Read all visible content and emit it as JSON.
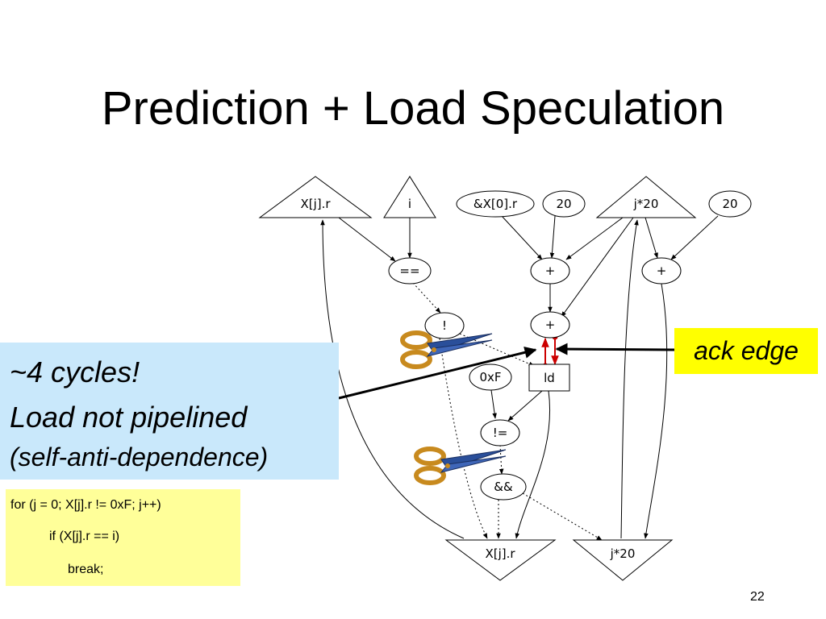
{
  "slide": {
    "title": "Prediction + Load Speculation",
    "page_number": "22"
  },
  "diagram": {
    "nodes": {
      "xjr_top": "X[j].r",
      "i": "i",
      "addr": "&X[0].r",
      "c20_a": "20",
      "j20_top": "j*20",
      "c20_b": "20",
      "eq": "==",
      "plus_a": "+",
      "plus_b": "+",
      "not": "!",
      "plus_c": "+",
      "c0xF": "0xF",
      "ld": "ld",
      "neq": "!=",
      "and": "&&",
      "xjr_bottom": "X[j].r",
      "j20_bottom": "j*20"
    },
    "colors": {
      "ack_edge": "#cc0000",
      "scissor_handle": "#c88a1e",
      "scissor_blade": "#2a4f9a"
    }
  },
  "callout": {
    "line1": "~4 cycles!",
    "line2": "Load not pipelined",
    "line3": "(self-anti-dependence)"
  },
  "ack_label": "ack edge",
  "code": {
    "line1": "for (j = 0; X[j].r != 0xF; j++)",
    "line2": "if (X[j].r == i)",
    "line3": "break;"
  },
  "colors": {
    "callout_bg": "#c9e8fb",
    "ack_bg": "#ffff00",
    "code_bg": "#ffff99"
  }
}
